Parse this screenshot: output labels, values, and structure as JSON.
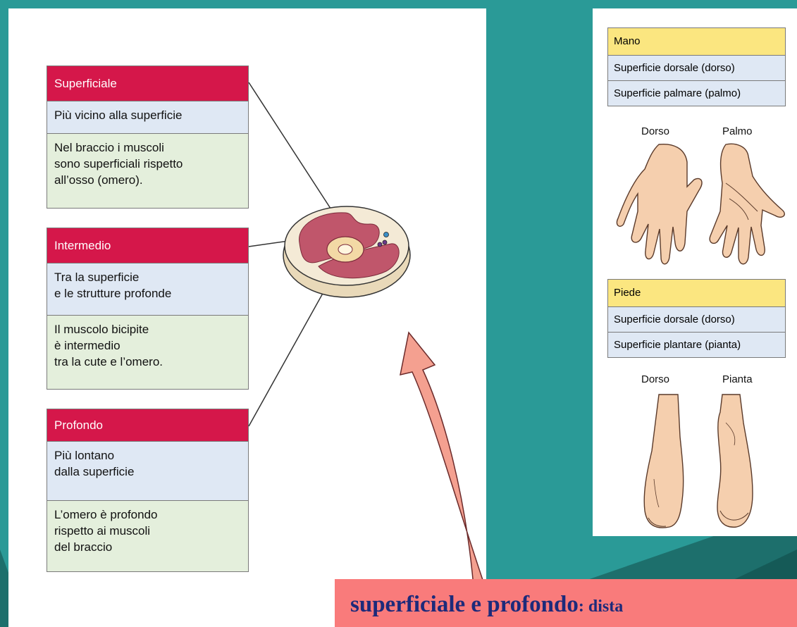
{
  "left_boxes": [
    {
      "title": "Superficiale",
      "definition": "Più vicino alla superficie",
      "example": "Nel braccio i muscoli\nsono superficiali rispetto\nall’osso (omero)."
    },
    {
      "title": "Intermedio",
      "definition": "Tra la superficie\ne le strutture profonde",
      "example": "Il muscolo bicipite\nè intermedio\ntra la cute e l’omero."
    },
    {
      "title": "Profondo",
      "definition": "Più lontano\ndalla superficie",
      "example": "L’omero è profondo\nrispetto ai muscoli\ndel braccio"
    }
  ],
  "hand_table": {
    "header": "Mano",
    "rows": [
      "Superficie dorsale (dorso)",
      "Superficie palmare (palmo)"
    ],
    "labels": [
      "Dorso",
      "Palmo"
    ]
  },
  "foot_table": {
    "header": "Piede",
    "rows": [
      "Superficie dorsale (dorso)",
      "Superficie plantare (pianta)"
    ],
    "labels": [
      "Dorso",
      "Pianta"
    ]
  },
  "caption": {
    "main": "superficiale e profondo",
    "rest": ": dista"
  },
  "colors": {
    "background": "#2a9a97",
    "header_red": "#d5174a",
    "definition_blue": "#dfe8f4",
    "example_green": "#e4efdc",
    "table_header_yellow": "#fbe680",
    "caption_pink": "#f97b7b",
    "caption_text": "#1d2a7a"
  }
}
